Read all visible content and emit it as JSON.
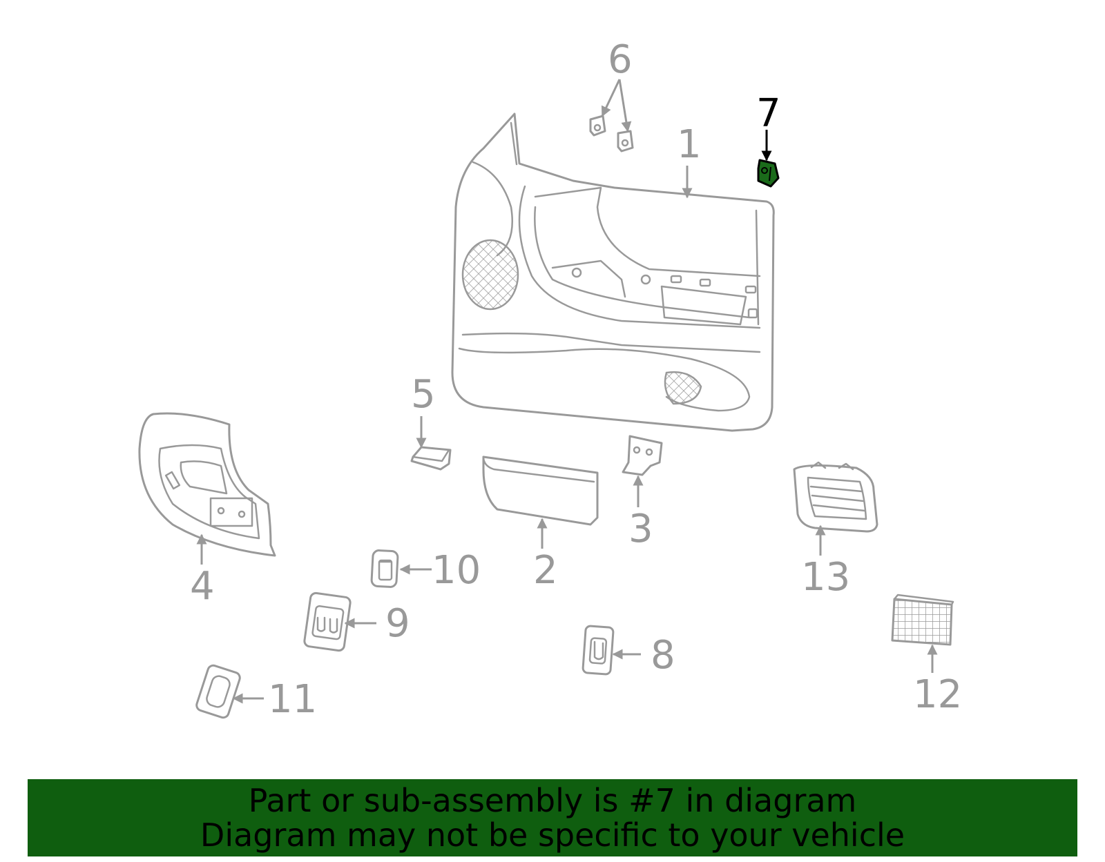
{
  "colors": {
    "line": "#999999",
    "highlight_fill": "#1a6b1a",
    "highlight_text": "#000000",
    "banner_bg": "#0f5e0f"
  },
  "highlighted_part": "7",
  "callouts": [
    "1",
    "2",
    "3",
    "4",
    "5",
    "6",
    "7",
    "8",
    "9",
    "10",
    "11",
    "12",
    "13"
  ],
  "banner": {
    "line1": "Part or sub-assembly is #7 in diagram",
    "line2": "Diagram may not be specific to your vehicle"
  }
}
